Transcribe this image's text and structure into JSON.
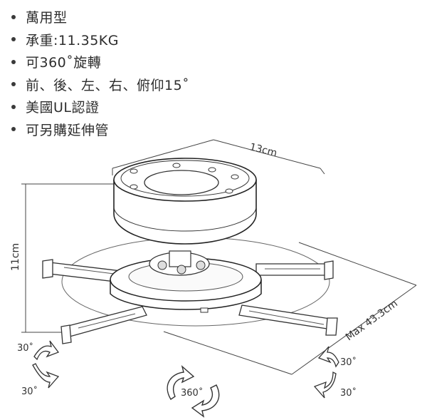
{
  "specs": [
    "萬用型",
    "承重:11.35KG",
    "可360˚旋轉",
    "前、後、左、右、俯仰15˚",
    "美國UL認證",
    "可另購延伸管"
  ],
  "dimensions": {
    "width": "13cm",
    "height": "11cm",
    "reach": "Max 43.3cm"
  },
  "tilt_labels": {
    "left_top": "30˚",
    "left_bottom": "30˚",
    "right_top": "30˚",
    "right_bottom": "30˚"
  },
  "rotation_label": "360˚"
}
